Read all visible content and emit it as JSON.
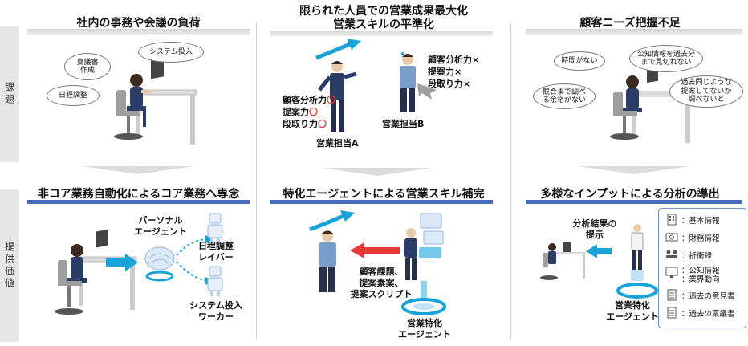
{
  "top_title": "限られた人員での営業成果最大化",
  "side": {
    "challenge": "課題",
    "value": "提供価値"
  },
  "challenges": [
    {
      "title": "社内の事務や会議の負荷",
      "bubbles": [
        "稟議書\n作成",
        "システム投入",
        "日程調整"
      ]
    },
    {
      "title": "営業スキルの平準化",
      "left_skills": [
        "顧客分析力",
        "提案力",
        "段取り力"
      ],
      "right_skills": [
        "顧客分析力",
        "提案力",
        "段取り力"
      ],
      "good_mark": "〇",
      "bad_mark": "×",
      "person_a": "営業担当A",
      "person_b": "営業担当B"
    },
    {
      "title": "顧客ニーズ把握不足",
      "bubbles": [
        "時間がない",
        "公知情報を過去分\nまで見切れない",
        "過去同じような\n提案してないか\n調べないと",
        "競合まで調べ\nる余裕がない"
      ]
    }
  ],
  "values": [
    {
      "title": "非コア業務自動化によるコア業務へ専念",
      "personal_agent": "パーソナル\nエージェント",
      "agent1": "日程調整\nレイバー",
      "agent2": "システム投入\nワーカー"
    },
    {
      "title": "特化エージェントによる営業スキル補完",
      "support": "顧客課題、\n提案素案、\n提案スクリプト",
      "agent": "営業特化\nエージェント"
    },
    {
      "title": "多様なインプットによる分析の導出",
      "result": "分析結果の\n提示",
      "agent": "営業特化\nエージェント",
      "inputs": [
        "：基本情報",
        "：財務情報",
        "：折衝録",
        "：公知情報\n：業界動向",
        "：過去の意見書",
        "：過去の稟議書"
      ]
    }
  ],
  "colors": {
    "accent_blue": "#4a6fb8",
    "arrow_cyan": "#1aa3d9",
    "mark_red": "#e53935",
    "suit_blue": "#3d5fa8"
  }
}
